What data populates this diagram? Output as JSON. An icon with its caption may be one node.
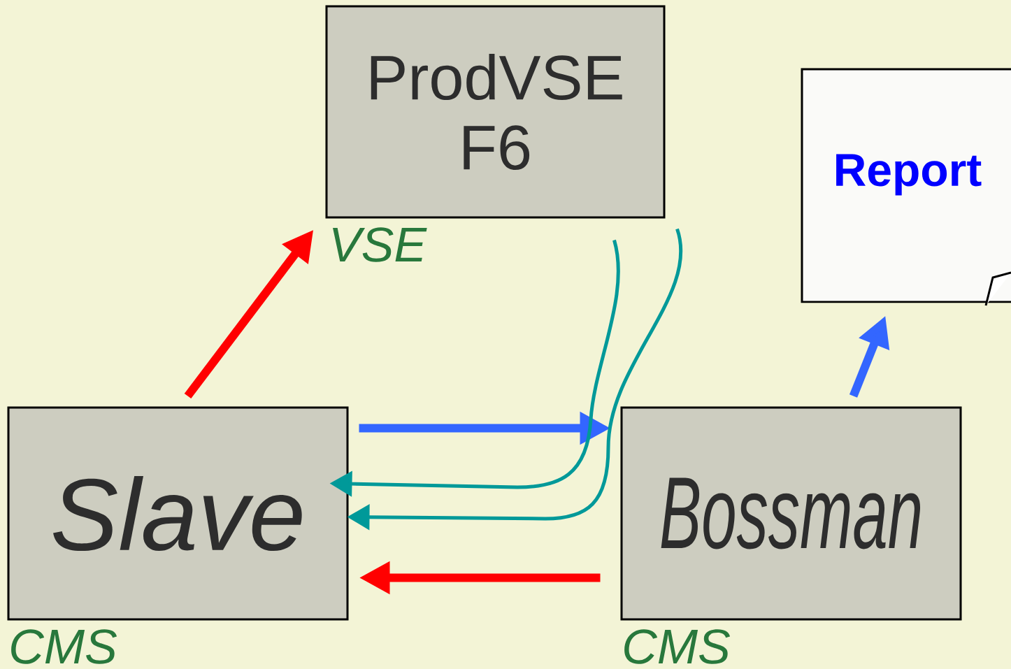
{
  "diagram": {
    "nodes": [
      {
        "text": [
          "ProdVSE F6"
        ],
        "beside": [
          "VSE"
        ]
      },
      {
        "text": [
          "Report"
        ]
      },
      {
        "text": [
          "Slave"
        ],
        "beside": [
          "CMS"
        ]
      },
      {
        "text": [
          "Bossman"
        ],
        "beside": [
          "CMS"
        ]
      }
    ],
    "edges": [
      {
        "from": 2,
        "to": 0,
        "arrow": "to",
        "color": "#ff0000"
      },
      {
        "from": 2,
        "to": 3,
        "arrow": "to",
        "color": "#3366ff"
      },
      {
        "from": 0,
        "to": 2,
        "arrow": "to",
        "color": "#009999"
      },
      {
        "from": 0,
        "to": 2,
        "arrow": "to",
        "color": "#009999"
      },
      {
        "from": 3,
        "to": 1,
        "arrow": "to",
        "color": "#3366ff"
      },
      {
        "from": 3,
        "to": 2,
        "arrow": "to",
        "color": "#ff0000"
      }
    ]
  }
}
